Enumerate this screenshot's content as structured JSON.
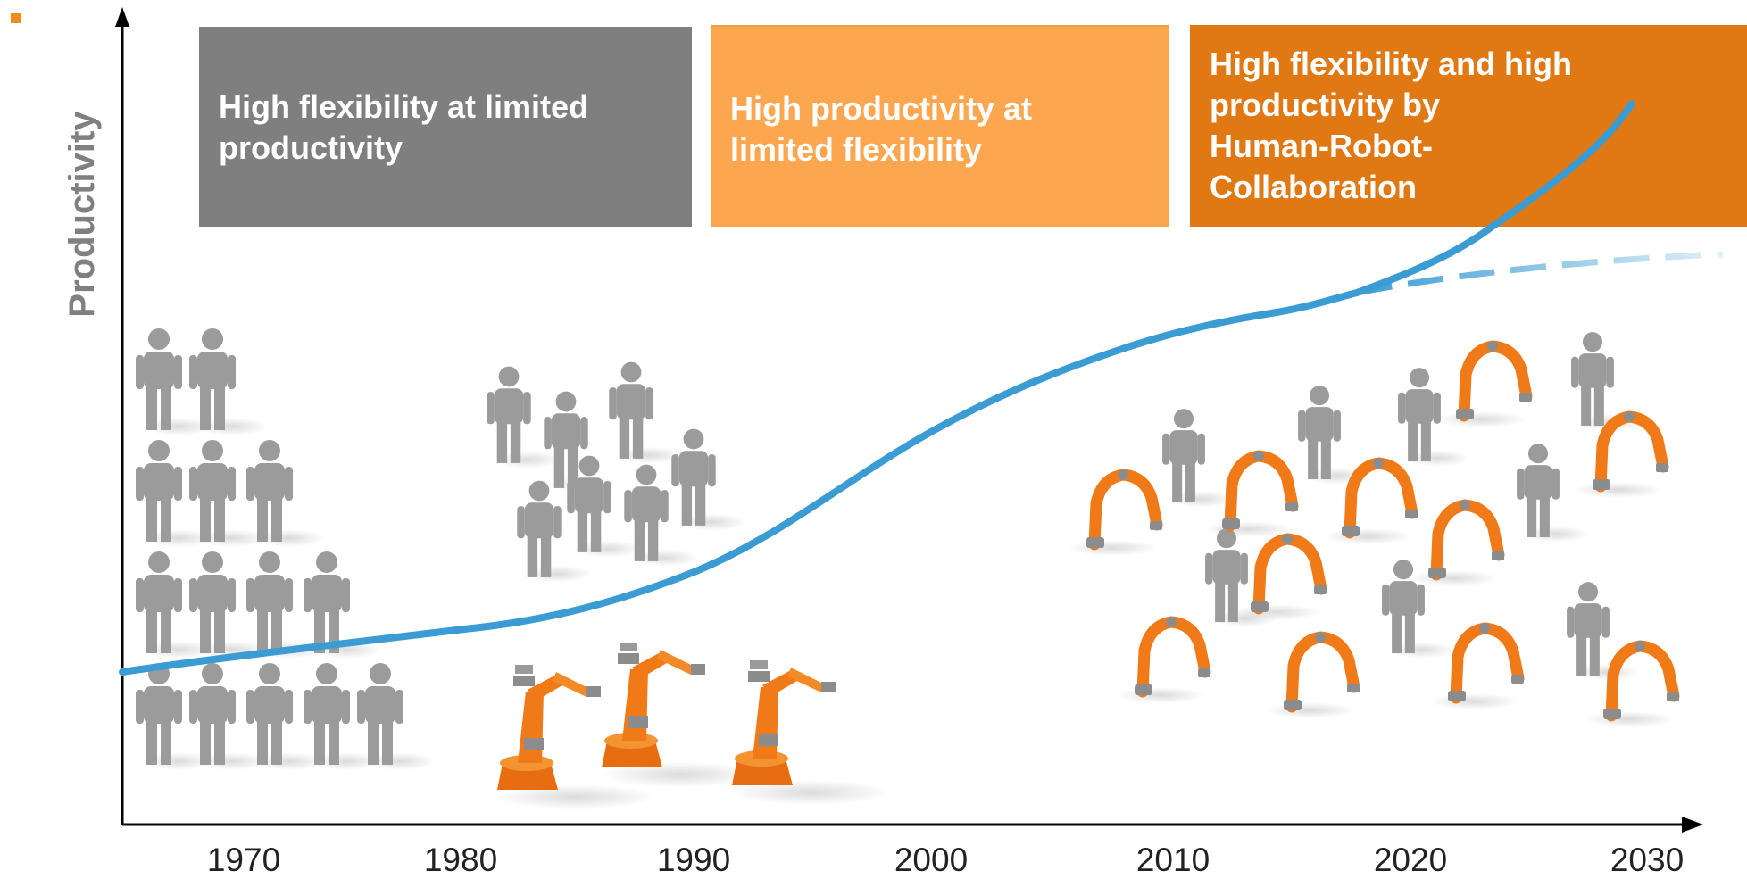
{
  "boxes": [
    {
      "text": [
        "High flexibility at limited",
        "productivity"
      ],
      "color": "#7f7f7f"
    },
    {
      "text": [
        "High productivity at",
        "limited flexibility"
      ],
      "color": "#fda650"
    },
    {
      "text": [
        "High flexibility and high",
        "productivity by",
        "Human-Robot-",
        "Collaboration"
      ],
      "color": "#e07813"
    }
  ],
  "axis": {
    "y_label": "Productivity",
    "x_ticks": [
      "1970",
      "1980",
      "1990",
      "2000",
      "2010",
      "2020",
      "2030"
    ]
  },
  "colors": {
    "curve": "#3b9cd4",
    "human": "#9b9b9b",
    "robot": "#f07a18",
    "accent": "#f28a1f"
  },
  "icons": {
    "human": "person-icon",
    "industrial_robot": "industrial-robot-icon",
    "collaborative_robot": "cobot-arm-icon"
  }
}
